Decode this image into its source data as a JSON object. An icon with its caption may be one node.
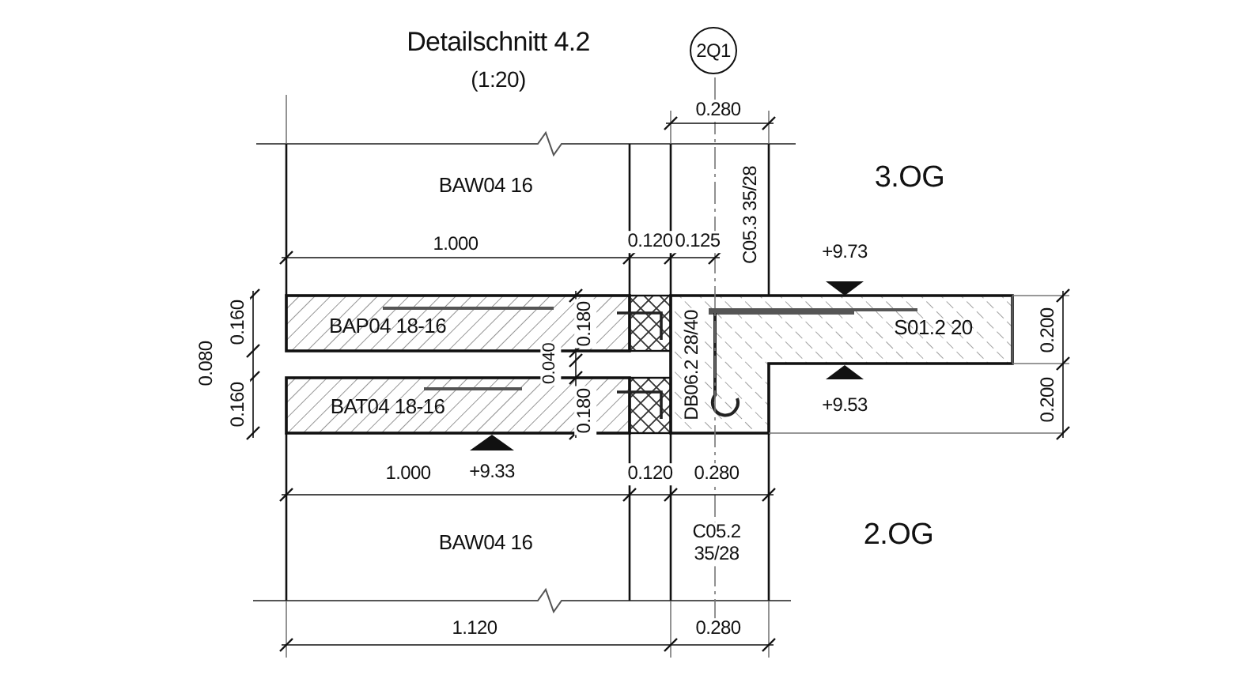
{
  "diagram": {
    "title": "Detailschnitt 4.2",
    "nodes": [
      {
        "text": [
          "2Q1"
        ]
      }
    ],
    "labels": [
      "(1:20)",
      "0.280",
      "BAW04 16",
      "C05.3 35/28",
      "3.OG",
      "1.000",
      "0.120",
      "0.125",
      "+9.73",
      "0.160",
      "BAP04 18-16",
      "0.180",
      "S01.2 20",
      "0.200",
      "0.080",
      "0.040",
      "DB06.2 28/40",
      "0.160",
      "BAT04 18-16",
      "0.180",
      "+9.53",
      "0.200",
      "1.000",
      "+9.33",
      "0.120",
      "0.280",
      "BAW04 16",
      "C05.2 35/28",
      "2.OG",
      "1.120",
      "0.280"
    ]
  }
}
